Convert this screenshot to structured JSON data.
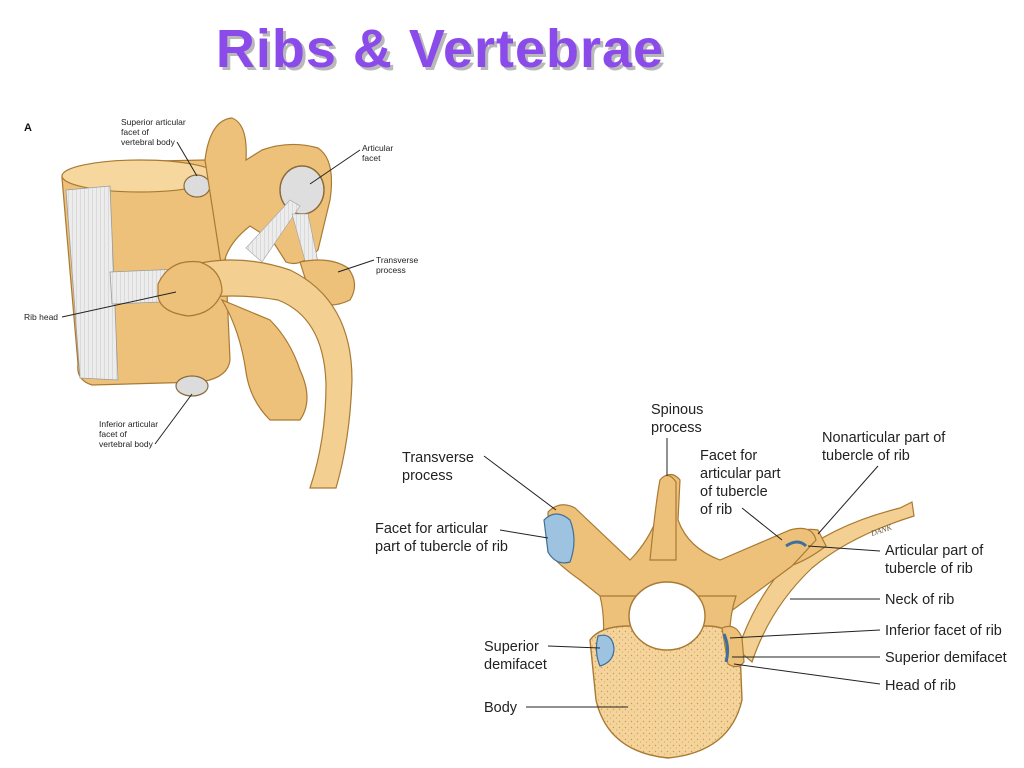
{
  "title": "Ribs & Vertebrae",
  "figure_a": {
    "panel_label": "A",
    "labels": {
      "superior_facet": [
        "Superior articular",
        "facet of",
        "vertebral body"
      ],
      "articular_facet": [
        "Articular",
        "facet"
      ],
      "transverse_process": [
        "Transverse",
        "process"
      ],
      "rib_head": [
        "Rib head"
      ],
      "inferior_facet": [
        "Inferior articular",
        "facet of",
        "vertebral body"
      ]
    }
  },
  "figure_b": {
    "signature": "DANK",
    "labels": {
      "spinous_process": [
        "Spinous",
        "process"
      ],
      "transverse_process": [
        "Transverse",
        "process"
      ],
      "facet_tubercle_left": [
        "Facet for articular",
        "part of tubercle of rib"
      ],
      "facet_tubercle_right": [
        "Facet for",
        "articular part",
        "of tubercle",
        "of rib"
      ],
      "nonarticular_tubercle": [
        "Nonarticular part of",
        "tubercle of rib"
      ],
      "articular_tubercle": [
        "Articular part of",
        "tubercle of rib"
      ],
      "neck_of_rib": [
        "Neck of rib"
      ],
      "inferior_facet_rib": [
        "Inferior facet of rib"
      ],
      "superior_demifacet_left": [
        "Superior",
        "demifacet"
      ],
      "superior_demifacet_right": [
        "Superior demifacet"
      ],
      "head_of_rib": [
        "Head of rib"
      ],
      "body": [
        "Body"
      ]
    }
  }
}
